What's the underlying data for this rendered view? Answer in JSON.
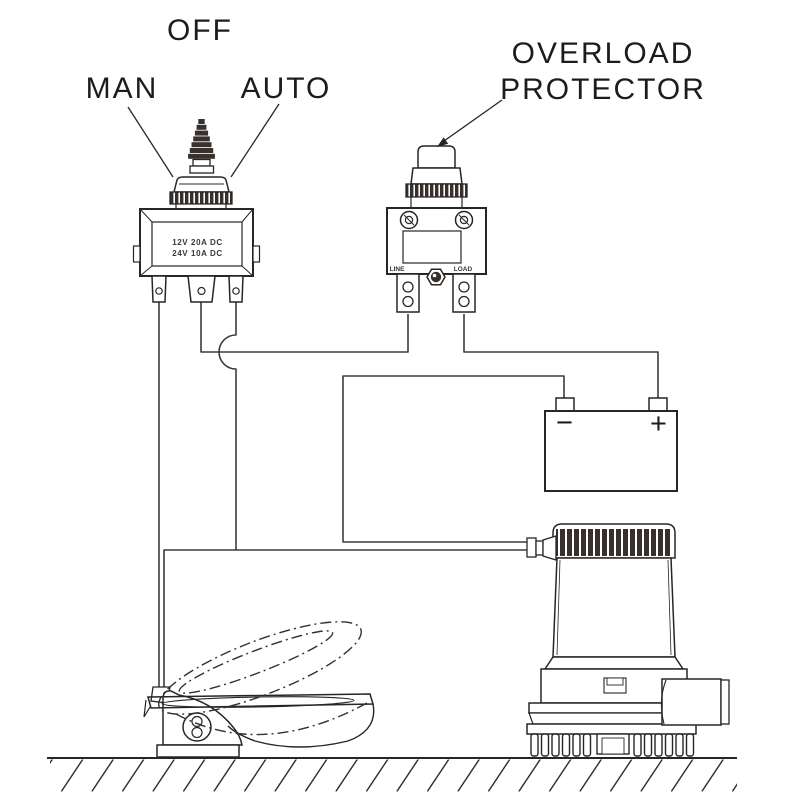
{
  "labels": {
    "off": "OFF",
    "man": "MAN",
    "auto": "AUTO",
    "overload_protector_line1": "OVERLOAD",
    "overload_protector_line2": "PROTECTOR"
  },
  "switch": {
    "rating_line1": "12V 20A DC",
    "rating_line2": "24V 10A DC"
  },
  "protector": {
    "line_label": "LINE",
    "load_label": "LOAD"
  },
  "battery": {
    "negative_symbol": "−",
    "positive_symbol": "+"
  },
  "colors": {
    "ink": "#292524",
    "dark_fill": "#38302c",
    "wire": "#3f3b39",
    "background": "#ffffff"
  }
}
